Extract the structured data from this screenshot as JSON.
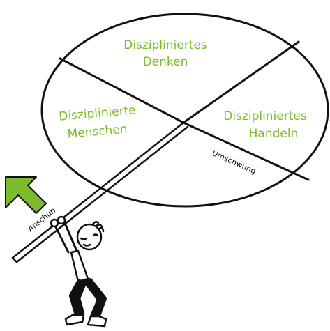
{
  "diagram": {
    "colors": {
      "accent": "#7dbb2a",
      "ink": "#111111",
      "background": "#ffffff"
    },
    "sections": {
      "top": [
        "Diszipliniertes",
        "Denken"
      ],
      "left": [
        "Disziplinierte",
        "Menschen"
      ],
      "right": [
        "Diszipliniertes",
        "Handeln"
      ]
    },
    "umschwung": "Umschwung",
    "anschub": "Anschub",
    "icons": {
      "arrow": "green-up-left-arrow",
      "person": "stick-figure-pushing"
    }
  }
}
